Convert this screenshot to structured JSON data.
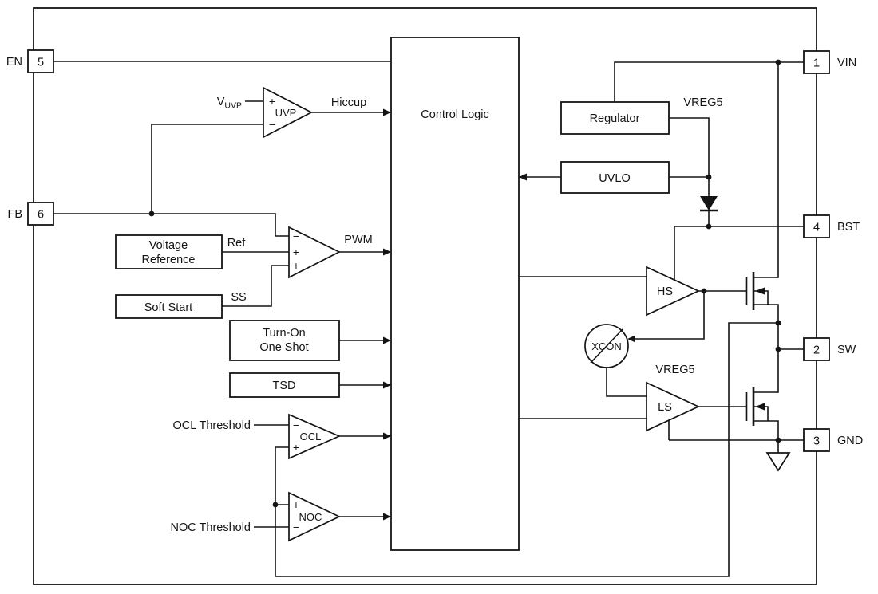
{
  "colors": {
    "line": "#141414",
    "background": "#ffffff"
  },
  "pins": {
    "en": {
      "label": "EN",
      "num": "5"
    },
    "fb": {
      "label": "FB",
      "num": "6"
    },
    "vin": {
      "label": "VIN",
      "num": "1"
    },
    "bst": {
      "label": "BST",
      "num": "4"
    },
    "sw": {
      "label": "SW",
      "num": "2"
    },
    "gnd": {
      "label": "GND",
      "num": "3"
    }
  },
  "blocks": {
    "control_logic": "Control Logic",
    "regulator": "Regulator",
    "uvlo": "UVLO",
    "vref_line1": "Voltage",
    "vref_line2": "Reference",
    "soft_start": "Soft Start",
    "oneshot_line1": "Turn-On",
    "oneshot_line2": "One Shot",
    "tsd": "TSD"
  },
  "comps": {
    "uvp": "UVP",
    "ocl": "OCL",
    "noc": "NOC",
    "hs": "HS",
    "ls": "LS",
    "xcon": "XCON"
  },
  "labels": {
    "hiccup": "Hiccup",
    "pwm": "PWM",
    "ref": "Ref",
    "ss": "SS",
    "vreg5": "VREG5",
    "vuvp_base": "V",
    "vuvp_sub": "UVP",
    "ocl_threshold": "OCL Threshold",
    "noc_threshold": "NOC Threshold"
  },
  "signs": {
    "plus": "+",
    "minus": "−"
  }
}
